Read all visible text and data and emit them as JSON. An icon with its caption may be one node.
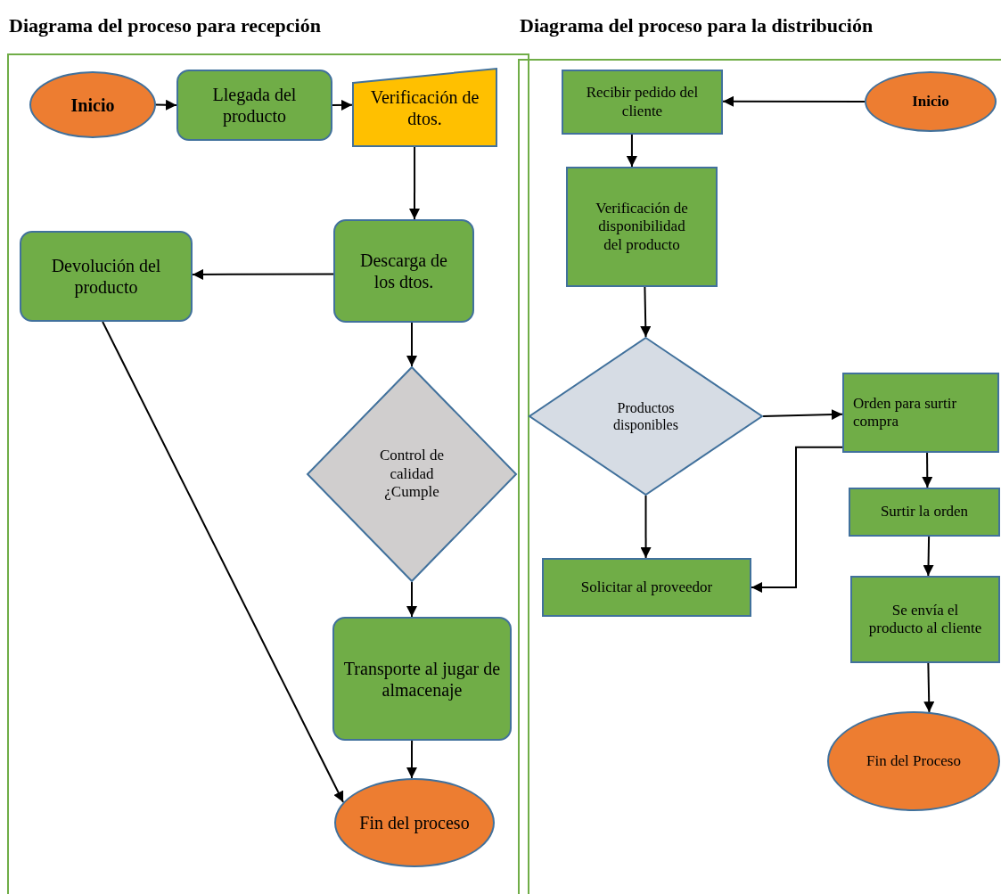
{
  "diagram": {
    "nodes": [
      {
        "text": [
          "Diagrama del proceso para recepción"
        ]
      },
      {
        "text": [
          "Inicio"
        ],
        "in": 0
      },
      {
        "text": [
          "Llegada del producto"
        ],
        "in": 0
      },
      {
        "text": [
          "Verificación de dtos."
        ],
        "in": 0
      },
      {
        "text": [
          "Devolución del producto"
        ],
        "in": 0
      },
      {
        "text": [
          "Descarga de los dtos."
        ],
        "in": 0
      },
      {
        "text": [
          "Control de calidad ¿Cumple"
        ],
        "in": 0
      },
      {
        "text": [
          "Transporte al jugar de almacenaje"
        ],
        "in": 0
      },
      {
        "text": [
          "Fin del proceso"
        ],
        "in": 0
      },
      {
        "text": [
          "Diagrama del proceso para la distribución"
        ]
      },
      {
        "text": [
          "Recibir pedido del cliente"
        ],
        "in": 9
      },
      {
        "text": [
          "Inicio"
        ],
        "in": 9
      },
      {
        "text": [
          "Verificación de disponibilidad del producto"
        ],
        "in": 9
      },
      {
        "text": [
          "Productos disponibles"
        ],
        "in": 9
      },
      {
        "text": [
          "Orden para surtir compra"
        ],
        "in": 9
      },
      {
        "text": [
          "Surtir la orden"
        ],
        "in": 9
      },
      {
        "text": [
          "Solicitar al proveedor"
        ],
        "in": 9
      },
      {
        "text": [
          "Se envía el producto al cliente"
        ],
        "in": 9
      },
      {
        "text": [
          "Fin del Proceso"
        ],
        "in": 9
      }
    ],
    "edges": [
      {
        "from": 1,
        "to": 2,
        "arrow": "to"
      },
      {
        "from": 2,
        "to": 3,
        "arrow": "to"
      },
      {
        "from": 3,
        "to": 5,
        "arrow": "to"
      },
      {
        "from": 5,
        "to": 4,
        "arrow": "to"
      },
      {
        "from": 4,
        "to": 8,
        "arrow": "to"
      },
      {
        "from": 5,
        "to": 6,
        "arrow": "to"
      },
      {
        "from": 6,
        "to": 7,
        "arrow": "to"
      },
      {
        "from": 7,
        "to": 8,
        "arrow": "to"
      },
      {
        "from": 11,
        "to": 10,
        "arrow": "to"
      },
      {
        "from": 10,
        "to": 12,
        "arrow": "to"
      },
      {
        "from": 12,
        "to": 13,
        "arrow": "to"
      },
      {
        "from": 13,
        "to": 14,
        "arrow": "to"
      },
      {
        "from": 13,
        "to": 16,
        "arrow": "to"
      },
      {
        "from": 14,
        "to": 16,
        "arrow": "to"
      },
      {
        "from": 14,
        "to": 15,
        "arrow": "to"
      },
      {
        "from": 15,
        "to": 17,
        "arrow": "to"
      },
      {
        "from": 17,
        "to": 18,
        "arrow": "to"
      }
    ]
  }
}
